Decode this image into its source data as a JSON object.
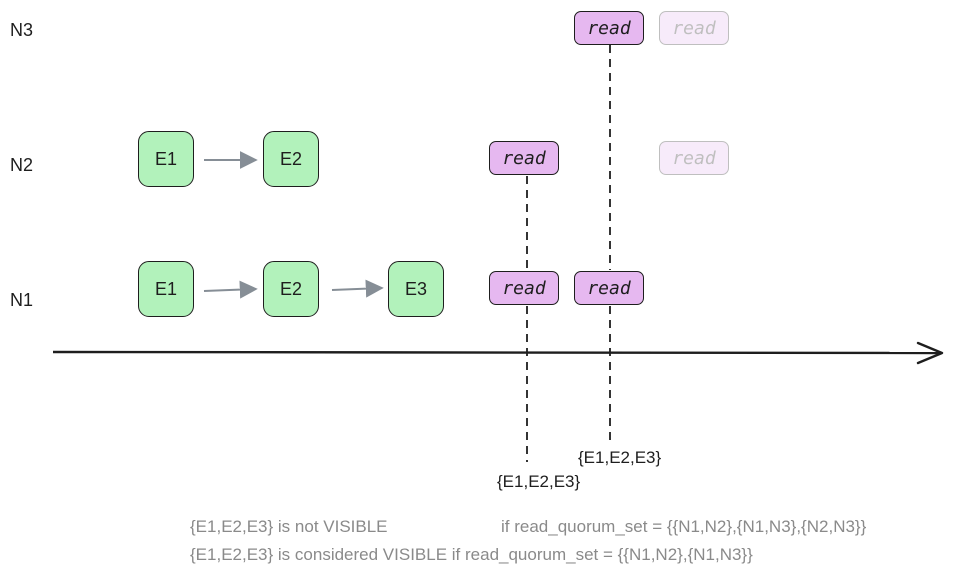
{
  "nodes": {
    "n3": "N3",
    "n2": "N2",
    "n1": "N1"
  },
  "events": {
    "n2": [
      "E1",
      "E2"
    ],
    "n1": [
      "E1",
      "E2",
      "E3"
    ]
  },
  "read_label": "read",
  "visible_sets": {
    "left": "{E1,E2,E3}",
    "right": "{E1,E2,E3}"
  },
  "notes": {
    "line1_left": "{E1,E2,E3} is not VISIBLE",
    "line1_right": "if read_quorum_set = {{N1,N2},{N1,N3},{N2,N3}}",
    "line2": "{E1,E2,E3} is considered VISIBLE if read_quorum_set = {{N1,N2},{N1,N3}}"
  },
  "colors": {
    "event_fill": "#b2f2bb",
    "read_fill": "#e6b8f0",
    "stroke": "#1e1e1e",
    "arrow_gray": "#868e96",
    "note_gray": "#8a8a8a"
  }
}
